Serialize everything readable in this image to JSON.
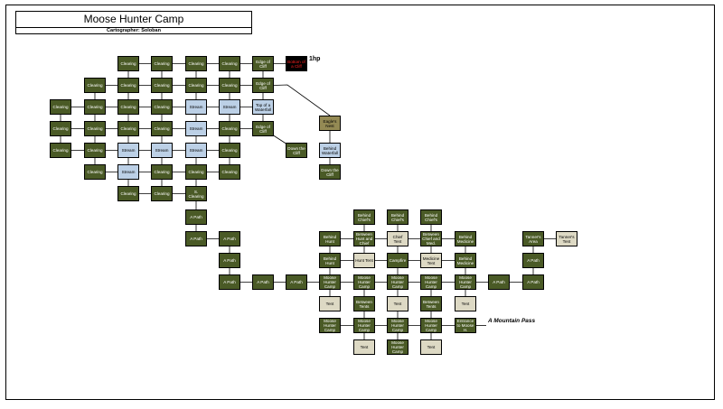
{
  "map": {
    "title": "Moose Hunter Camp",
    "cartographer": "Cartographer: Soloban",
    "hp_note": "1hp",
    "exit_label": "A Mountain Pass"
  },
  "colors": {
    "forest": "#4a5a26",
    "stream": "#bcd0e6",
    "tent": "#ddd9c4",
    "nest": "#948a54",
    "danger_bg": "#000000",
    "danger_text": "#ff2020"
  },
  "rooms": [
    {
      "id": "r1",
      "label": "Clearing",
      "type": "forest"
    },
    {
      "id": "r2",
      "label": "Clearing",
      "type": "forest"
    },
    {
      "id": "r3",
      "label": "Clearing",
      "type": "forest"
    },
    {
      "id": "r4",
      "label": "Clearing",
      "type": "forest"
    },
    {
      "id": "r5",
      "label": "Edge of Cliff",
      "type": "forest"
    },
    {
      "id": "r6",
      "label": "Bottom of a Cliff",
      "type": "danger"
    },
    {
      "id": "r7",
      "label": "Clearing",
      "type": "forest"
    },
    {
      "id": "r8",
      "label": "Clearing",
      "type": "forest"
    },
    {
      "id": "r9",
      "label": "Clearing",
      "type": "forest"
    },
    {
      "id": "r10",
      "label": "Clearing",
      "type": "forest"
    },
    {
      "id": "r11",
      "label": "Clearing",
      "type": "forest"
    },
    {
      "id": "r12",
      "label": "Edge of Cliff",
      "type": "forest"
    },
    {
      "id": "r13",
      "label": "Clearing",
      "type": "forest"
    },
    {
      "id": "r14",
      "label": "Clearing",
      "type": "forest"
    },
    {
      "id": "r15",
      "label": "Clearing",
      "type": "forest"
    },
    {
      "id": "r16",
      "label": "Clearing",
      "type": "forest"
    },
    {
      "id": "r17",
      "label": "Stream",
      "type": "stream"
    },
    {
      "id": "r18",
      "label": "Stream",
      "type": "stream"
    },
    {
      "id": "r19",
      "label": "Top of a Waterfall",
      "type": "stream"
    },
    {
      "id": "r20",
      "label": "Eagle's Nest",
      "type": "nest"
    },
    {
      "id": "r21",
      "label": "Clearing",
      "type": "forest"
    },
    {
      "id": "r22",
      "label": "Clearing",
      "type": "forest"
    },
    {
      "id": "r23",
      "label": "Clearing",
      "type": "forest"
    },
    {
      "id": "r24",
      "label": "Clearing",
      "type": "forest"
    },
    {
      "id": "r25",
      "label": "Stream",
      "type": "stream"
    },
    {
      "id": "r26",
      "label": "Clearing",
      "type": "forest"
    },
    {
      "id": "r27",
      "label": "Edge of Cliff",
      "type": "forest"
    },
    {
      "id": "r28",
      "label": "Clearing",
      "type": "forest"
    },
    {
      "id": "r29",
      "label": "Clearing",
      "type": "forest"
    },
    {
      "id": "r30",
      "label": "Stream",
      "type": "stream"
    },
    {
      "id": "r31",
      "label": "Stream",
      "type": "stream"
    },
    {
      "id": "r32",
      "label": "Stream",
      "type": "stream"
    },
    {
      "id": "r33",
      "label": "Clearing",
      "type": "forest"
    },
    {
      "id": "r34",
      "label": "Down the Cliff",
      "type": "forest"
    },
    {
      "id": "r35",
      "label": "Behind Waterfall",
      "type": "stream"
    },
    {
      "id": "r36",
      "label": "Clearing",
      "type": "forest"
    },
    {
      "id": "r37",
      "label": "Stream",
      "type": "stream"
    },
    {
      "id": "r38",
      "label": "Clearing",
      "type": "forest"
    },
    {
      "id": "r39",
      "label": "Clearing",
      "type": "forest"
    },
    {
      "id": "r40",
      "label": "Clearing",
      "type": "forest"
    },
    {
      "id": "r41",
      "label": "Down the Cliff",
      "type": "forest"
    },
    {
      "id": "r42",
      "label": "Clearing",
      "type": "forest"
    },
    {
      "id": "r43",
      "label": "Clearing",
      "type": "forest"
    },
    {
      "id": "r44",
      "label": "S. Clearing",
      "type": "forest"
    },
    {
      "id": "r45",
      "label": "A Path",
      "type": "forest"
    },
    {
      "id": "r46",
      "label": "A Path",
      "type": "forest"
    },
    {
      "id": "r47",
      "label": "A Path",
      "type": "forest"
    },
    {
      "id": "r48",
      "label": "A Path",
      "type": "forest"
    },
    {
      "id": "r49",
      "label": "A Path",
      "type": "forest"
    },
    {
      "id": "r50",
      "label": "A Path",
      "type": "forest"
    },
    {
      "id": "r51",
      "label": "A Path",
      "type": "forest"
    },
    {
      "id": "r52",
      "label": "Behind Chief's",
      "type": "forest"
    },
    {
      "id": "r53",
      "label": "Behind Chief's",
      "type": "forest"
    },
    {
      "id": "r54",
      "label": "Behind Chief's",
      "type": "forest"
    },
    {
      "id": "r55",
      "label": "Behind Hunt",
      "type": "forest"
    },
    {
      "id": "r56",
      "label": "Between Hunt and Chief",
      "type": "forest"
    },
    {
      "id": "r57",
      "label": "Chief Tent",
      "type": "tent"
    },
    {
      "id": "r58",
      "label": "Between Chief and Med.",
      "type": "forest"
    },
    {
      "id": "r59",
      "label": "Behind Medicine",
      "type": "forest"
    },
    {
      "id": "r60",
      "label": "Tanner's Area",
      "type": "forest"
    },
    {
      "id": "r61",
      "label": "Tanner's Tent",
      "type": "tent"
    },
    {
      "id": "r62",
      "label": "Behind Hunt",
      "type": "forest"
    },
    {
      "id": "r63",
      "label": "Hunt Tent",
      "type": "tent"
    },
    {
      "id": "r64",
      "label": "Campfire",
      "type": "forest"
    },
    {
      "id": "r65",
      "label": "Medicine Tent",
      "type": "tent"
    },
    {
      "id": "r66",
      "label": "Behind Medicine",
      "type": "forest"
    },
    {
      "id": "r67",
      "label": "A Path",
      "type": "forest"
    },
    {
      "id": "r68",
      "label": "Moose Hunter Camp",
      "type": "forest"
    },
    {
      "id": "r69",
      "label": "Moose Hunter Camp",
      "type": "forest"
    },
    {
      "id": "r70",
      "label": "Moose Hunter Camp",
      "type": "forest"
    },
    {
      "id": "r71",
      "label": "Moose Hunter Camp",
      "type": "forest"
    },
    {
      "id": "r72",
      "label": "Moose Hunter Camp",
      "type": "forest"
    },
    {
      "id": "r73",
      "label": "A Path",
      "type": "forest"
    },
    {
      "id": "r74",
      "label": "A Path",
      "type": "forest"
    },
    {
      "id": "r75",
      "label": "Tent",
      "type": "tent"
    },
    {
      "id": "r76",
      "label": "Tent",
      "type": "tent"
    },
    {
      "id": "r77",
      "label": "Tent",
      "type": "tent"
    },
    {
      "id": "r78",
      "label": "Between Tents",
      "type": "forest"
    },
    {
      "id": "r79",
      "label": "Between Tents",
      "type": "forest"
    },
    {
      "id": "r80",
      "label": "Moose Hunter Camp",
      "type": "forest"
    },
    {
      "id": "r81",
      "label": "Moose Hunter Camp",
      "type": "forest"
    },
    {
      "id": "r82",
      "label": "Moose Hunter Camp",
      "type": "forest"
    },
    {
      "id": "r83",
      "label": "Moose Hunter Camp",
      "type": "forest"
    },
    {
      "id": "r84",
      "label": "Entrance to Moose H.",
      "type": "forest"
    },
    {
      "id": "r85",
      "label": "Tent",
      "type": "tent"
    },
    {
      "id": "r86",
      "label": "Moose Hunter Camp",
      "type": "forest"
    },
    {
      "id": "r87",
      "label": "Tent",
      "type": "tent"
    }
  ]
}
